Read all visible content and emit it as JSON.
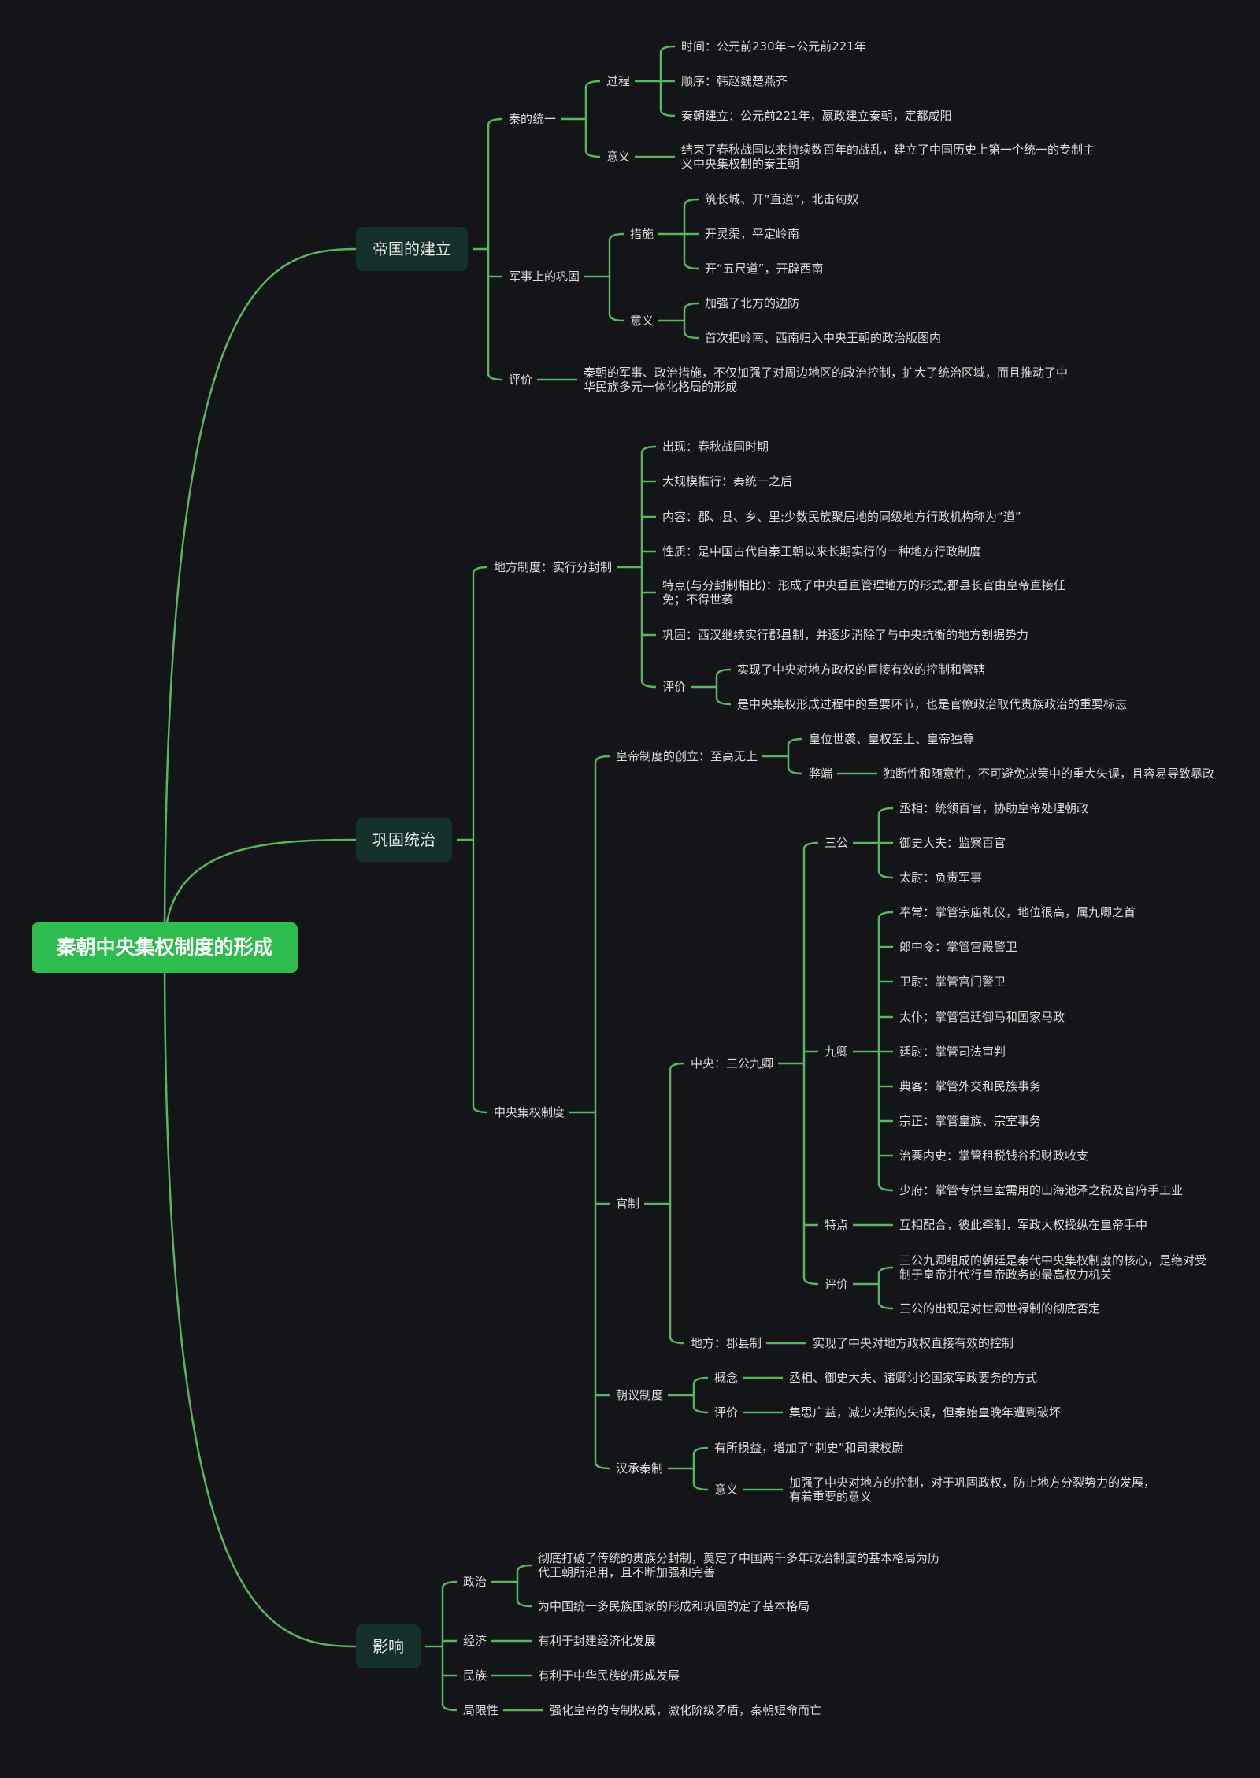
{
  "root": "秦朝中央集权制度的形成",
  "colors": {
    "background": "#141518",
    "line": "#57b65f",
    "root": "#2dbd4f",
    "main_box": "#13302a",
    "text": "#dcdcdc"
  },
  "nodes": {
    "n1": "帝国的建立",
    "n1a": "秦的统一",
    "n1a1": "过程",
    "n1a1a": "时间：公元前230年~公元前221年",
    "n1a1b": "顺序：韩赵魏楚燕齐",
    "n1a1c": "秦朝建立：公元前221年，嬴政建立秦朝，定都咸阳",
    "n1a2": "意义",
    "n1a2a": "结束了春秋战国以来持续数百年的战乱，建立了中国历史上第一个统一的专制主义中央集权制的秦王朝",
    "n1b": "军事上的巩固",
    "n1b1": "措施",
    "n1b1a": "筑长城、开“直道”，北击匈奴",
    "n1b1b": "开灵渠，平定岭南",
    "n1b1c": "开“五尺道”，开辟西南",
    "n1b2": "意义",
    "n1b2a": "加强了北方的边防",
    "n1b2b": "首次把岭南、西南归入中央王朝的政治版图内",
    "n1c": "评价",
    "n1c1": "秦朝的军事、政治措施，不仅加强了对周边地区的政治控制，扩大了统治区域，而且推动了中华民族多元一体化格局的形成",
    "n2": "巩固统治",
    "n2a": "地方制度：实行分封制",
    "n2a1": "出现：春秋战国时期",
    "n2a2": "大规模推行：秦统一之后",
    "n2a3": "内容：郡、县、乡、里;少数民族聚居地的同级地方行政机构称为“道”",
    "n2a4": "性质：是中国古代自秦王朝以来长期实行的一种地方行政制度",
    "n2a5": "特点(与分封制相比)：形成了中央垂直管理地方的形式;郡县长官由皇帝直接任免；不得世袭",
    "n2a6": "巩固：西汉继续实行郡县制，并逐步消除了与中央抗衡的地方割据势力",
    "n2a7": "评价",
    "n2a7a": "实现了中央对地方政权的直接有效的控制和管辖",
    "n2a7b": "是中央集权形成过程中的重要环节，也是官僚政治取代贵族政治的重要标志",
    "n2b": "中央集权制度",
    "n2b1": "皇帝制度的创立：至高无上",
    "n2b1a": "皇位世袭、皇权至上、皇帝独尊",
    "n2b1b": "弊端",
    "n2b1b1": "独断性和随意性，不可避免决策中的重大失误，且容易导致暴政",
    "n2b2": "官制",
    "n2b2a": "中央：三公九卿",
    "sg": "三公",
    "sg1": "丞相：统领百官，协助皇帝处理朝政",
    "sg2": "御史大夫：监察百官",
    "sg3": "太尉：负责军事",
    "jq": "九卿",
    "jq1": "奉常：掌管宗庙礼仪，地位很高，属九卿之首",
    "jq2": "郎中令：掌管宫殿警卫",
    "jq3": "卫尉：掌管宫门警卫",
    "jq4": "太仆：掌管宫廷御马和国家马政",
    "jq5": "廷尉：掌管司法审判",
    "jq6": "典客：掌管外交和民族事务",
    "jq7": "宗正：掌管皇族、宗室事务",
    "jq8": "治粟内史：掌管租税钱谷和财政收支",
    "jq9": "少府：掌管专供皇室需用的山海池泽之税及官府手工业",
    "td": "特点",
    "td1": "互相配合，彼此牵制，军政大权操纵在皇帝手中",
    "pj": "评价",
    "pj1": "三公九卿组成的朝廷是秦代中央集权制度的核心，是绝对受制于皇帝并代行皇帝政务的最高权力机关",
    "pj2": "三公的出现是对世卿世禄制的彻底否定",
    "n2b2b": "地方：郡县制",
    "n2b2b1": "实现了中央对地方政权直接有效的控制",
    "n2b3": "朝议制度",
    "n2b3a": "概念",
    "n2b3a1": "丞相、御史大夫、诸卿讨论国家军政要务的方式",
    "n2b3b": "评价",
    "n2b3b1": "集思广益，减少决策的失误，但秦始皇晚年遭到破坏",
    "n2b4": "汉承秦制",
    "n2b4a": "有所损益，增加了“刺史”和司隶校尉",
    "n2b4b": "意义",
    "n2b4b1": "加强了中央对地方的控制，对于巩固政权，防止地方分裂势力的发展，有着重要的意义",
    "n3": "影响",
    "n3a": "政治",
    "n3a1": "彻底打破了传统的贵族分封制，奠定了中国两千多年政治制度的基本格局为历代王朝所沿用，且不断加强和完善",
    "n3a2": "为中国统一多民族国家的形成和巩固的定了基本格局",
    "n3b": "经济",
    "n3b1": "有利于封建经济化发展",
    "n3c": "民族",
    "n3c1": "有利于中华民族的形成发展",
    "n3d": "局限性",
    "n3d1": "强化皇帝的专制权威，激化阶级矛盾，秦朝短命而亡"
  }
}
